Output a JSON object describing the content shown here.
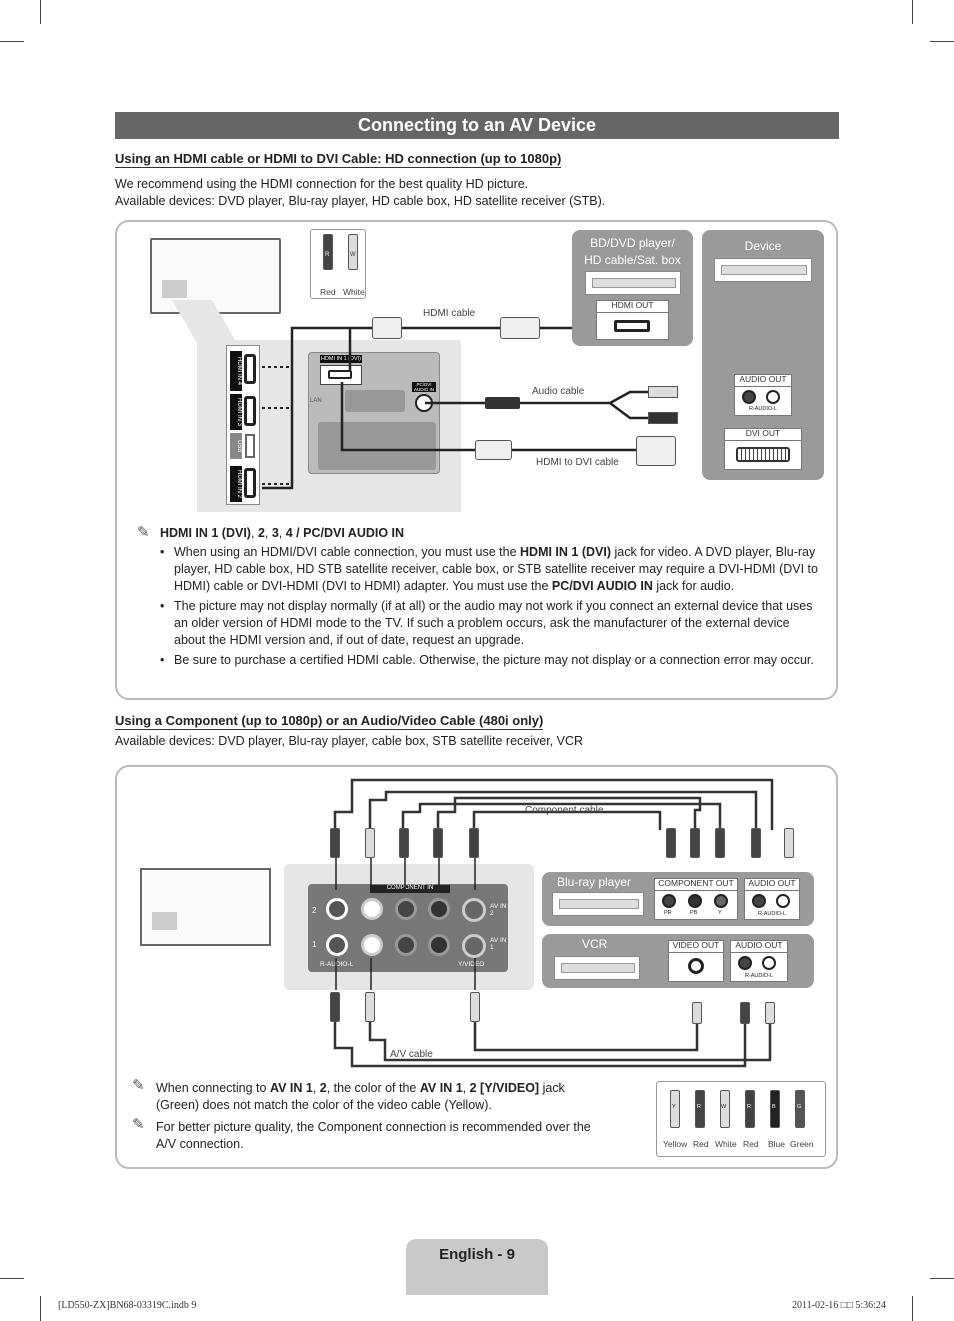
{
  "page_title": "Connecting to an AV Device",
  "section1": {
    "heading": "Using an HDMI cable or HDMI to DVI Cable: HD connection (up to 1080p)",
    "intro_line1": "We recommend using the HDMI connection for the best quality HD picture.",
    "intro_line2": "Available devices: DVD player, Blu-ray player, HD cable box, HD satellite receiver (STB).",
    "diagram": {
      "plug_red": "Red",
      "plug_white": "White",
      "plug_r": "R",
      "plug_w": "W",
      "bd_label_line1": "BD/DVD player/",
      "bd_label_line2": "HD cable/Sat. box",
      "device_label": "Device",
      "hdmi_out": "HDMI OUT",
      "audio_out": "AUDIO OUT",
      "r_audio_l": "R-AUDIO-L",
      "dvi_out": "DVI OUT",
      "hdmi_cable": "HDMI cable",
      "audio_cable": "Audio cable",
      "hdmi_dvi_cable": "HDMI to DVI cable",
      "hdmi_in_1_dvi": "HDMI IN 1 (DVI)",
      "pc_dvi_audio_in": "PC/DVI AUDIO IN",
      "hdmi_in_4": "HDMI IN 4",
      "hdmi_in_3": "HDMI IN 3",
      "hdmi_in_2": "HDMI IN 2",
      "usb": "USB",
      "lan": "LAN"
    },
    "note_head_parts": [
      "HDMI IN 1 (DVI)",
      ", ",
      "2",
      ", ",
      "3",
      ", ",
      "4",
      " / ",
      "PC/DVI AUDIO IN"
    ],
    "bullet1": {
      "t1": "When using an HDMI/DVI cable connection, you must use the ",
      "b1": "HDMI IN 1 (DVI)",
      "t2": " jack for video. A DVD player, Blu-ray player, HD cable box, HD STB satellite receiver, cable box, or STB satellite receiver may require a DVI-HDMI (DVI to HDMI) cable or DVI-HDMI (DVI to HDMI) adapter. You must use the ",
      "b2": "PC/DVI AUDIO IN",
      "t3": " jack for audio."
    },
    "bullet2": "The picture may not display normally (if at all) or the audio may not work if you connect an external device that uses an older version of HDMI mode to the TV. If such a problem occurs, ask the manufacturer of the external device about the HDMI version and, if out of date, request an upgrade.",
    "bullet3": "Be sure to purchase a certified HDMI cable. Otherwise, the picture may not display or a connection error may occur."
  },
  "section2": {
    "heading": "Using a Component (up to 1080p) or an Audio/Video Cable (480i only)",
    "intro": "Available devices: DVD player, Blu-ray player, cable box, STB satellite receiver, VCR",
    "diagram": {
      "component_cable": "Component cable",
      "av_cable": "A/V cable",
      "bluray_label": "Blu-ray player",
      "vcr_label": "VCR",
      "component_out": "COMPONENT OUT",
      "audio_out": "AUDIO OUT",
      "video_out": "VIDEO OUT",
      "r_audio_l": "R-AUDIO-L",
      "pr": "PR",
      "pb": "PB",
      "y": "Y",
      "component_in": "COMPONENT IN",
      "av_in_2": "AV IN 2",
      "av_in_1": "AV IN 1",
      "row_2": "2",
      "row_1": "1",
      "r_audio_l_tv": "R-AUDIO-L",
      "y_video": "Y/VIDEO",
      "legend": [
        "Yellow",
        "Red",
        "White",
        "Red",
        "Blue",
        "Green"
      ],
      "legend_letters": [
        "Y",
        "R",
        "W",
        "R",
        "B",
        "G"
      ]
    },
    "note1": {
      "t1": "When connecting to ",
      "b1": "AV IN 1",
      "t2": ", ",
      "b2": "2",
      "t3": ", the color of the ",
      "b3": "AV IN 1",
      "t4": ", ",
      "b4": "2 [Y/VIDEO]",
      "t5": " jack (Green) does not match the color of the video cable (Yellow)."
    },
    "note2": "For better picture quality, the Component connection is recommended over the A/V connection."
  },
  "footer": {
    "page_label": "English - 9",
    "slug_left": "[LD550-ZX]BN68-03319C.indb   9",
    "slug_right": "2011-02-16   □□ 5:36:24"
  },
  "colors": {
    "title_bar": "#666666",
    "panel_dark": "#999999",
    "panel_light": "#e6e6e6"
  }
}
